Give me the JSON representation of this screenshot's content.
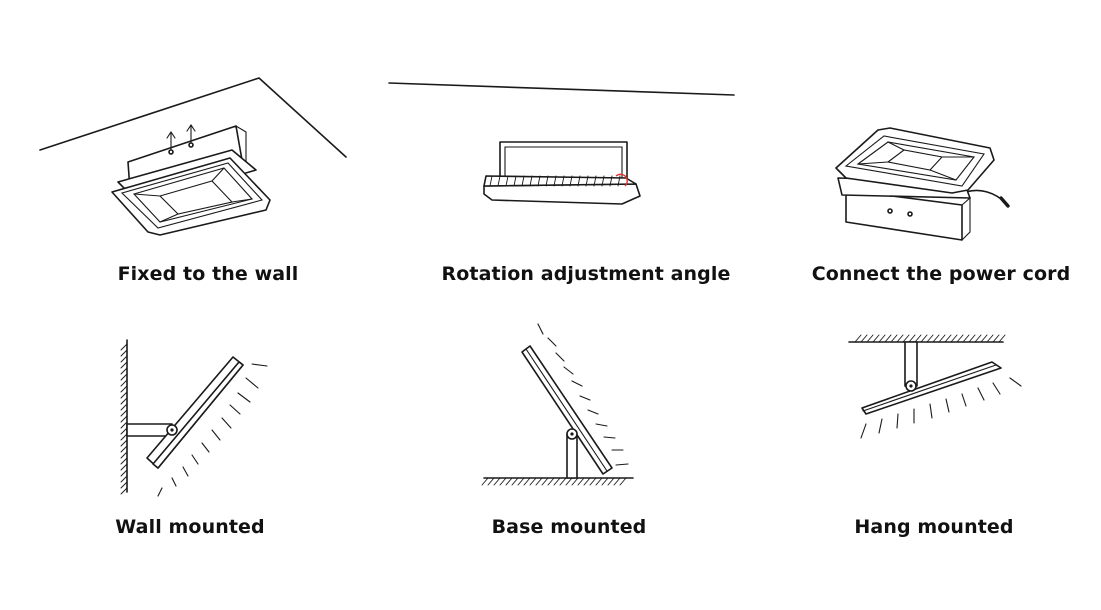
{
  "colors": {
    "line": "#1a1a1a",
    "accent": "#e0302a",
    "text": "#111111"
  },
  "panels": [
    {
      "caption": "Fixed to the wall",
      "icon": "wall-fixed-floodlight-icon"
    },
    {
      "caption": "Rotation adjustment angle",
      "icon": "rotation-angle-icon"
    },
    {
      "caption": "Connect the power cord",
      "icon": "power-cord-icon"
    },
    {
      "caption": "Wall mounted",
      "icon": "wall-mounted-icon"
    },
    {
      "caption": "Base mounted",
      "icon": "base-mounted-icon"
    },
    {
      "caption": "Hang mounted",
      "icon": "hang-mounted-icon"
    }
  ]
}
